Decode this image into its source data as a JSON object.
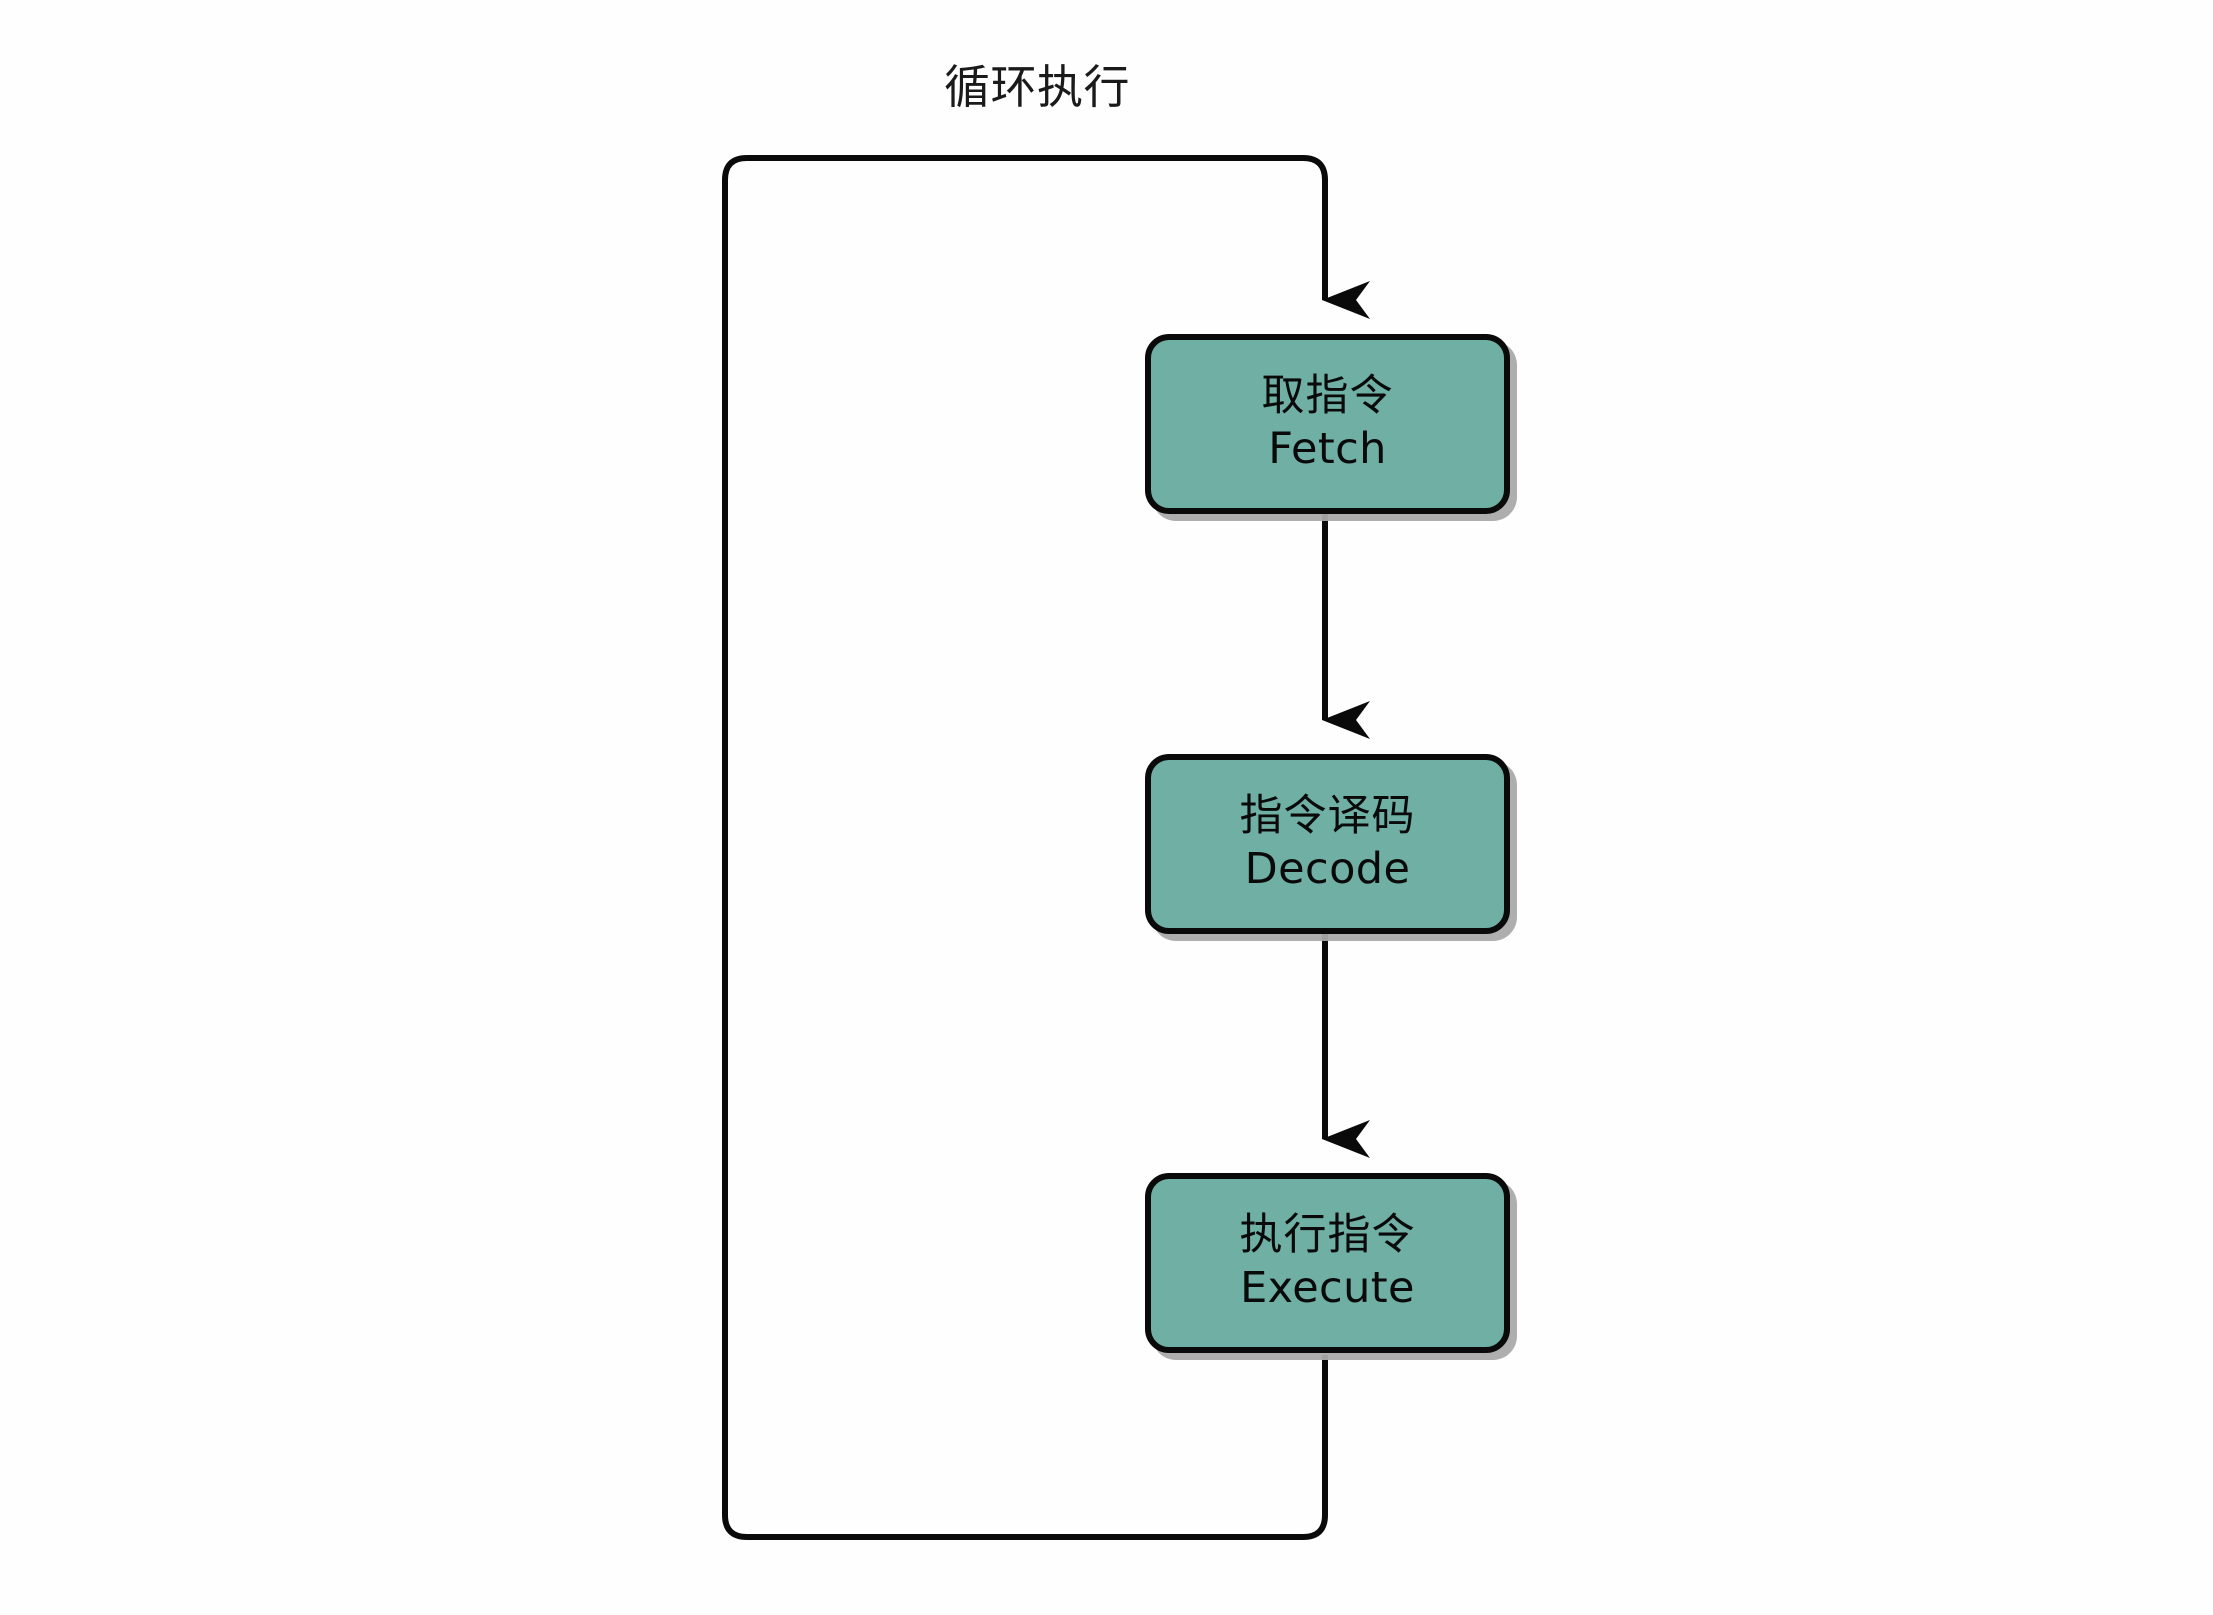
{
  "diagram": {
    "title": "循环执行",
    "background_color": "#fefefe",
    "stroke_color": "#0a0a0a",
    "box_fill_color": "#6FAFA4",
    "shadow_color": "#aaaaaa",
    "stages": [
      {
        "id": "fetch",
        "label_cn": "取指令",
        "label_en": "Fetch"
      },
      {
        "id": "decode",
        "label_cn": "指令译码",
        "label_en": "Decode"
      },
      {
        "id": "execute",
        "label_cn": "执行指令",
        "label_en": "Execute"
      }
    ],
    "connectors": [
      {
        "id": "loop-return",
        "from": "execute",
        "to": "fetch",
        "style": "rounded-rectangle-loop",
        "arrowhead": "filled-barb"
      },
      {
        "id": "fetch-to-decode",
        "from": "fetch",
        "to": "decode",
        "style": "straight-vertical",
        "arrowhead": "filled-barb"
      },
      {
        "id": "decode-to-execute",
        "from": "decode",
        "to": "execute",
        "style": "straight-vertical",
        "arrowhead": "filled-barb"
      }
    ]
  }
}
